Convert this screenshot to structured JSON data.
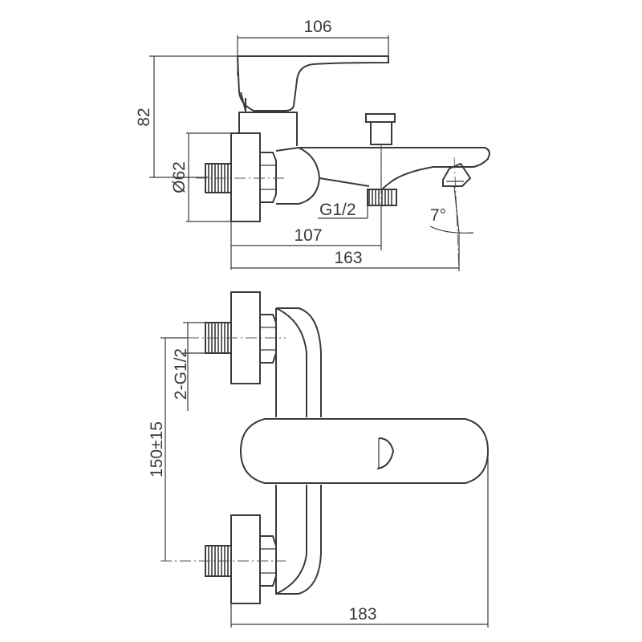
{
  "colors": {
    "line": "#3a3a3a",
    "background": "#ffffff"
  },
  "side_view": {
    "dims": {
      "handle_width": "106",
      "height": "82",
      "diameter": "Ø62",
      "connection": "G1/2",
      "angle": "7°",
      "spout_offset": "107",
      "total_length": "163"
    }
  },
  "top_view": {
    "dims": {
      "inlet_thread": "2-G1/2",
      "center_distance": "150±15",
      "total_depth": "183"
    }
  }
}
